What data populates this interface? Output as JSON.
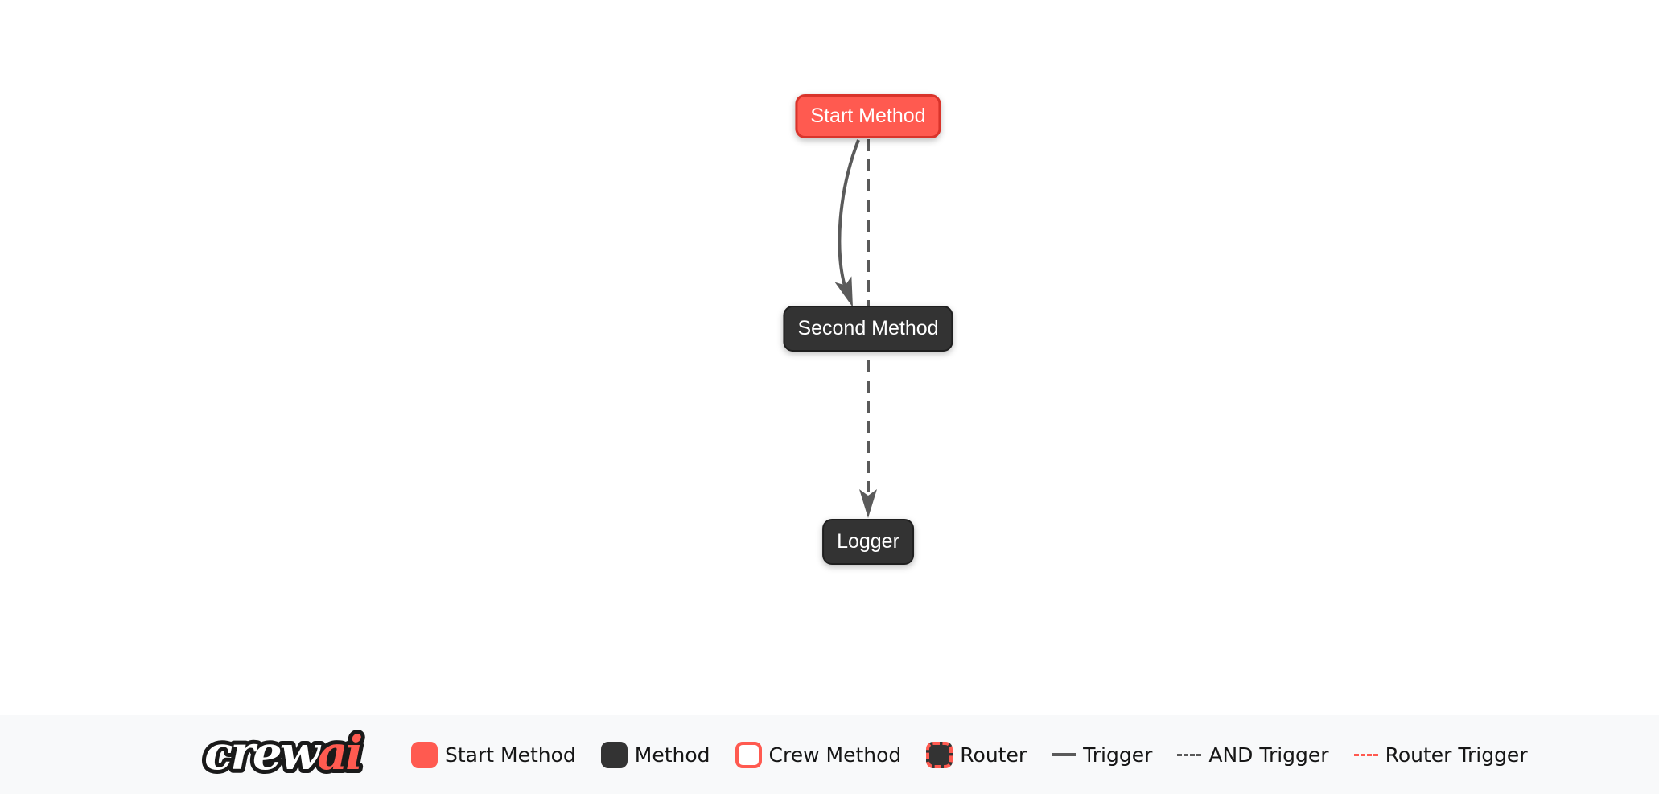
{
  "colors": {
    "accent_red": "#ff5a50",
    "accent_red_border": "#d9342b",
    "node_dark": "#333333",
    "edge_gray": "#5a5a5a",
    "footer_bg": "#f8f9fa",
    "canvas_bg": "#ffffff"
  },
  "flow": {
    "nodes": [
      {
        "id": "start_method",
        "label": "Start Method",
        "type": "start-method"
      },
      {
        "id": "second_method",
        "label": "Second Method",
        "type": "method"
      },
      {
        "id": "logger",
        "label": "Logger",
        "type": "method"
      }
    ],
    "edges": [
      {
        "from": "Start Method",
        "to": "Second Method",
        "style": "solid-curved",
        "arrow": true
      },
      {
        "from": "Start Method",
        "to": "Logger",
        "style": "dashed-straight",
        "arrow": true
      }
    ]
  },
  "footer": {
    "logo_crew": "crew",
    "logo_ai": "ai",
    "legend": [
      {
        "label": "Start Method",
        "swatch": "start-node-swatch"
      },
      {
        "label": "Method",
        "swatch": "method-node-swatch"
      },
      {
        "label": "Crew Method",
        "swatch": "crew-method-node-swatch"
      },
      {
        "label": "Router",
        "swatch": "router-node-swatch"
      },
      {
        "label": "Trigger",
        "swatch": "solid-line"
      },
      {
        "label": "AND Trigger",
        "swatch": "gray-dashed-line"
      },
      {
        "label": "Router Trigger",
        "swatch": "red-dashed-line"
      }
    ]
  }
}
